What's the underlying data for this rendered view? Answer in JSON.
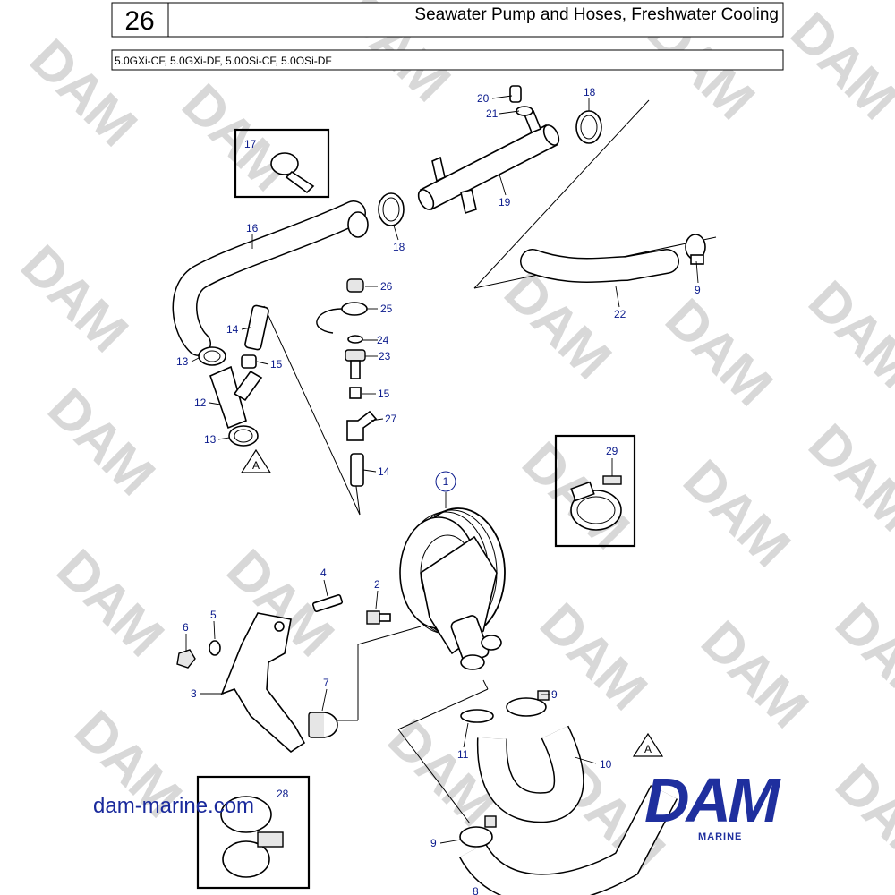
{
  "header": {
    "page_number": "26",
    "title": "Seawater Pump and Hoses, Freshwater Cooling",
    "models": "5.0GXi-CF, 5.0GXi-DF, 5.0OSi-CF, 5.0OSi-DF"
  },
  "watermark": {
    "text": "DAM"
  },
  "callouts": {
    "c20": "20",
    "c21": "21",
    "c18a": "18",
    "c17": "17",
    "c19": "19",
    "c18b": "18",
    "c16": "16",
    "c9a": "9",
    "c22": "22",
    "c26": "26",
    "c25": "25",
    "c14a": "14",
    "c24": "24",
    "c23": "23",
    "c13a": "13",
    "c15a": "15",
    "c12": "12",
    "c15b": "15",
    "c27": "27",
    "c13b": "13",
    "cA1": "A",
    "c14b": "14",
    "c29": "29",
    "c1": "1",
    "c4": "4",
    "c2": "2",
    "c5": "5",
    "c6": "6",
    "c3": "3",
    "c7": "7",
    "c9b": "9",
    "c11": "11",
    "c10": "10",
    "cA2": "A",
    "c28": "28",
    "c9c": "9",
    "c8": "8"
  },
  "footer": {
    "url": "dam-marine.com",
    "logo_text": "DAM",
    "logo_sub": "MARINE"
  },
  "colors": {
    "callout": "#0a1a8c",
    "brand": "#1f2f9e",
    "watermark": "#d8d8d8"
  }
}
